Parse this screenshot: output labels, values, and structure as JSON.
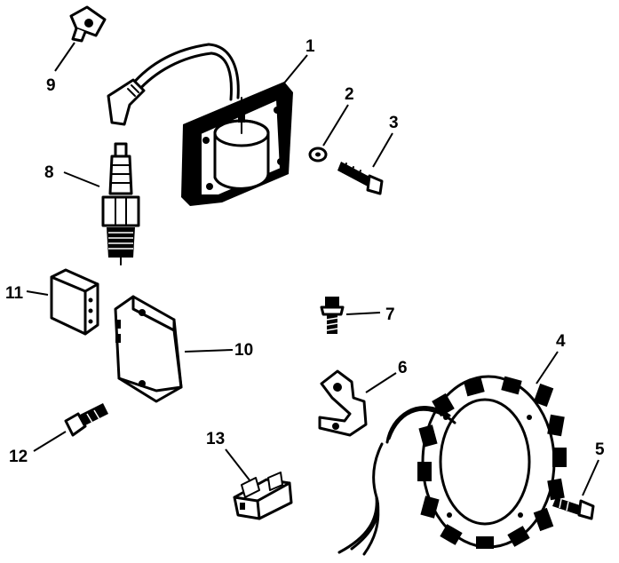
{
  "colors": {
    "ink": "#000000",
    "paper": "#ffffff"
  },
  "callouts": {
    "c1": "1",
    "c2": "2",
    "c3": "3",
    "c4": "4",
    "c5": "5",
    "c6": "6",
    "c7": "7",
    "c8": "8",
    "c9": "9",
    "c10": "10",
    "c11": "11",
    "c12": "12",
    "c13": "13"
  }
}
